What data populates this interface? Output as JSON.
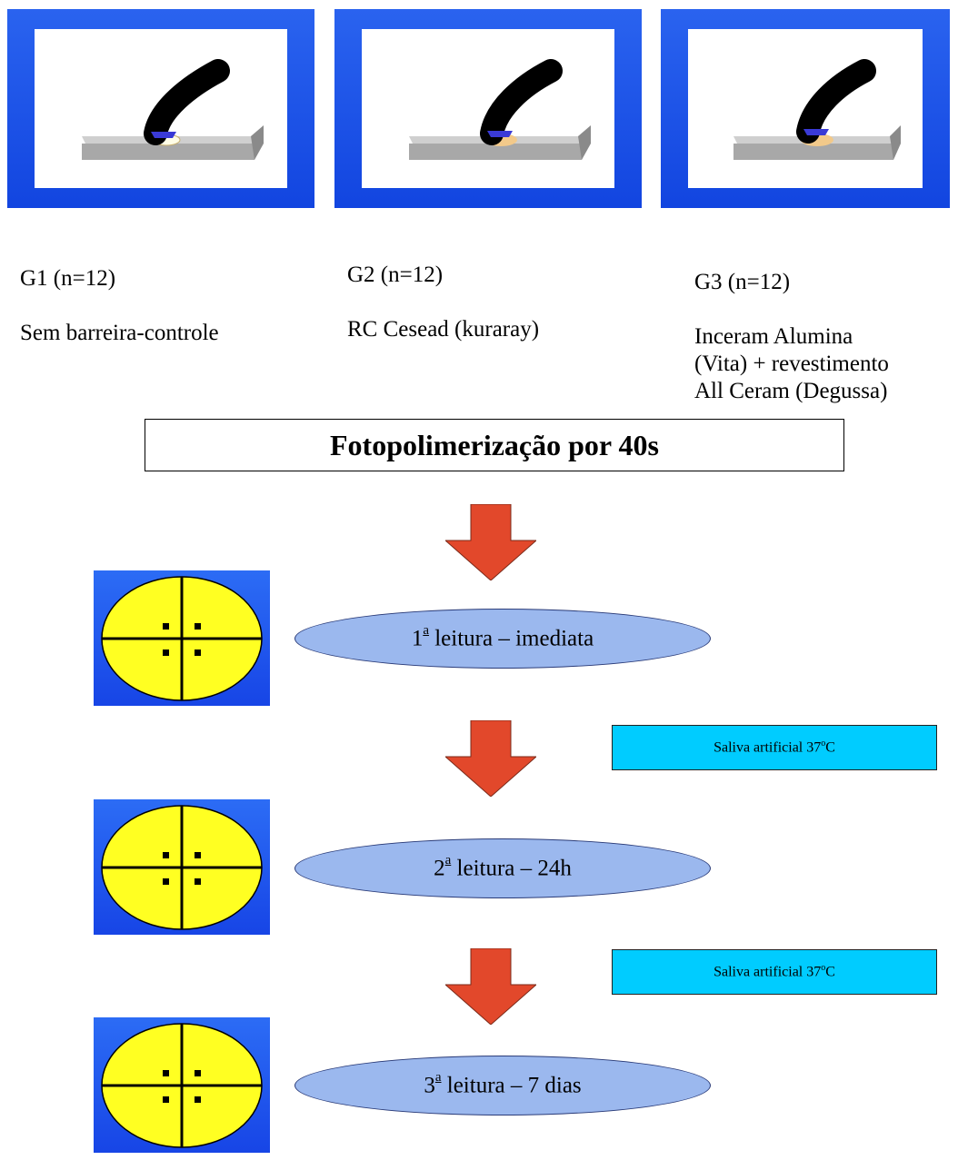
{
  "groups": [
    {
      "id": "G1 (n=12)",
      "desc": "Sem barreira-controle",
      "variant": "control"
    },
    {
      "id": "G2 (n=12)",
      "desc": "RC Cesead (kuraray)",
      "variant": "resin"
    },
    {
      "id": "G3 (n=12)",
      "desc": "Inceram Alumina\n(Vita) + revestimento\nAll Ceram (Degussa)",
      "variant": "ceramic"
    }
  ],
  "title": "Fotopolimerização por 40s",
  "readings": [
    {
      "ordinal": "1",
      "suffix": "a",
      "text": " leitura – imediata"
    },
    {
      "ordinal": "2",
      "suffix": "a",
      "text": " leitura – 24h"
    },
    {
      "ordinal": "3",
      "suffix": "a",
      "text": " leitura – 7 dias"
    }
  ],
  "storage": [
    {
      "text": "Saliva artificial 37",
      "deg": "o",
      "unit": "C"
    },
    {
      "text": "Saliva artificial 37",
      "deg": "o",
      "unit": "C"
    }
  ],
  "colors": {
    "panel_blue": "#1a4ee8",
    "arrow_red": "#e2482b",
    "reading_fill": "#9bb8ee",
    "saliva_fill": "#00ccff",
    "disk_yellow": "#ffff22"
  }
}
